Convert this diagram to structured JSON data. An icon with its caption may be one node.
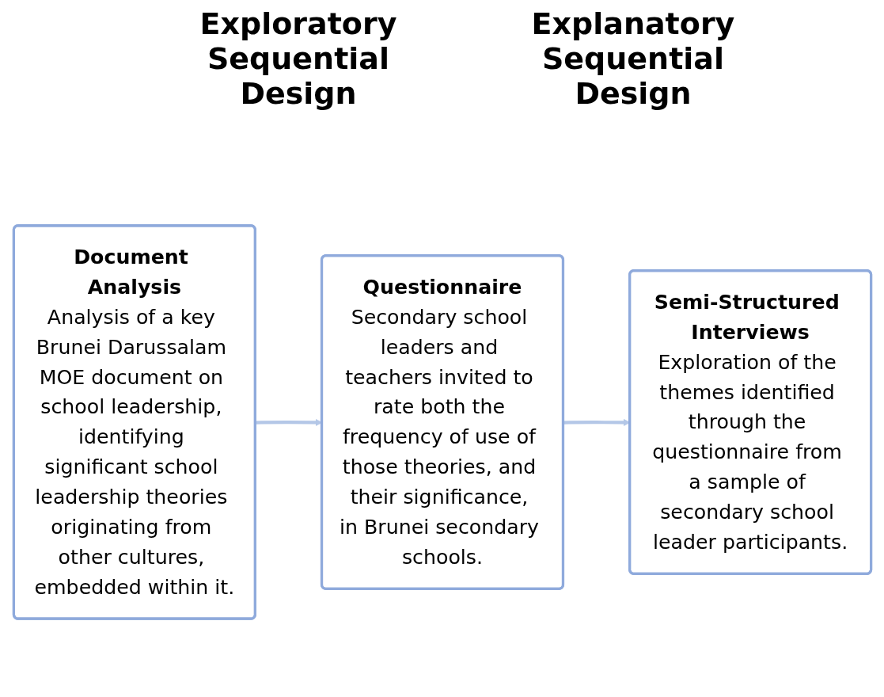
{
  "diagram": {
    "nodes": [
      {
        "text": [
          "Document Analysis",
          "Analysis of a key Brunei Darussalam MOE document on school leadership, identifying significant school leadership theories originating from other cultures, embedded within it."
        ]
      },
      {
        "text": [
          "Questionnaire",
          "Secondary school leaders and teachers invited to rate both the frequency of use of those theories, and their significance, in Brunei secondary schools."
        ]
      },
      {
        "text": [
          "Semi-Structured Interviews",
          "Exploration of the themes identified through the questionnaire from a sample of secondary school leader participants."
        ]
      }
    ],
    "edges": [
      {
        "from": 0,
        "to": 1,
        "arrow": "to"
      },
      {
        "from": 1,
        "to": 2,
        "arrow": "to"
      }
    ],
    "labels": [
      "Exploratory Sequential Design",
      "Explanatory Sequential Design"
    ]
  }
}
